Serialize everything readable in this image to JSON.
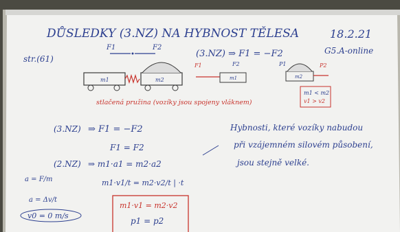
{
  "colors": {
    "board": "#f2f2f0",
    "board_edge": "#d6d6d3",
    "wall": "#4b4a42",
    "frame": "#b9b7ad",
    "ink_blue": "#2c3f8f",
    "ink_red": "#c8332c",
    "cart": "#3a3a3a"
  },
  "header": {
    "title": "DŮSLEDKY (3.NZ) NA HYBNOST TĚLESA",
    "date": "18.2.21",
    "class": "G5.A-online",
    "page_ref": "str.(61)"
  },
  "top_left": {
    "force_left": "F1",
    "force_right": "F2",
    "cart_left": "m1",
    "cart_right": "m2",
    "spring_caption": "stlačená pružina (vozíky jsou spojeny vláknem)"
  },
  "top_right": {
    "law": "(3.NZ) ⇒ F1 = −F2",
    "labels": [
      "F1",
      "F2",
      "P1",
      "P2"
    ],
    "masses": [
      "m1",
      "m2"
    ],
    "box_line1": "m1 < m2",
    "box_line2": "v1 > v2"
  },
  "equations": {
    "third_law_tag": "(3.NZ)",
    "third_law": "⇒  F1 = −F2",
    "abs_equal": "F1 = F2",
    "second_law_tag": "(2.NZ)",
    "second_law": "⇒  m1·a1 = m2·a2",
    "expanded": "m1·v1/t = m2·v2/t  | ·t",
    "a_def": "a = F/m",
    "a_delta": "a = Δv/t",
    "v0": "v0 = 0 m/s",
    "result_1": "m1·v1 = m2·v2",
    "result_2": "p1 = p2"
  },
  "note": {
    "line1": "Hybnosti, které vozíky nabudou",
    "line2": "při vzájemném silovém působení,",
    "line3": "jsou stejně velké."
  }
}
